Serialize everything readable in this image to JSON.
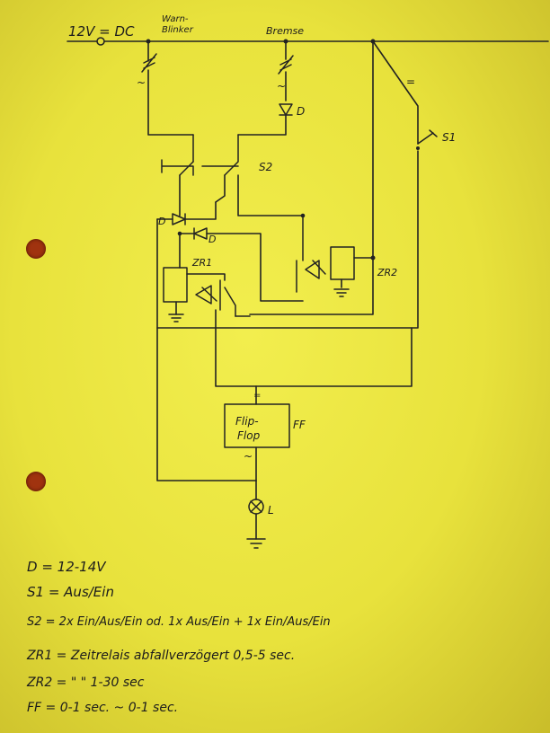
{
  "labels": {
    "supply": "12V = DC",
    "warnblinker": "Warn-",
    "warnblinker2": "Blinker",
    "bremse": "Bremse",
    "d_upper": "D",
    "d_left": "D",
    "d_mid": "D",
    "s1": "S1",
    "s2": "S2",
    "zr1": "ZR1",
    "zr2": "ZR2",
    "ff_box_line1": "Flip-",
    "ff_box_line2": "Flop",
    "ff": "FF",
    "lamp": "L",
    "eq_sign": "=",
    "tilde": "~"
  },
  "notes": [
    "D = 12-14V",
    "S1 = Aus/Ein",
    "S2 = 2x Ein/Aus/Ein  od. 1x Aus/Ein + 1x Ein/Aus/Ein",
    "ZR1 = Zeitrelais abfallverzögert 0,5-5 sec.",
    "ZR2 =  \"               \"               1-30 sec",
    "FF = 0-1 sec. ~ 0-1 sec."
  ]
}
